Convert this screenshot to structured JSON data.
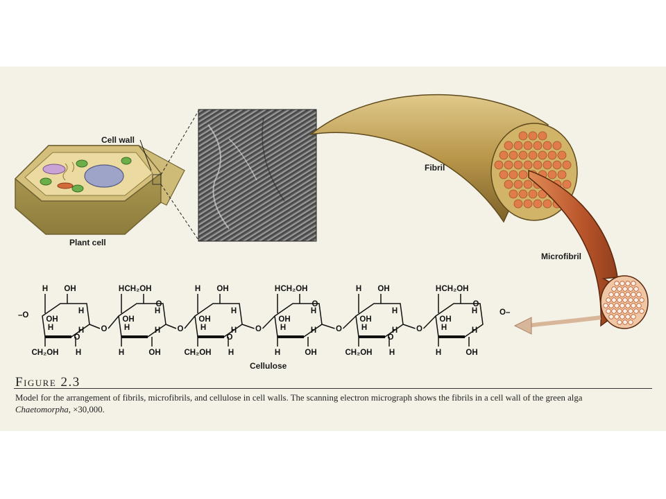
{
  "labels": {
    "cell_wall": "Cell wall",
    "plant_cell": "Plant cell",
    "fibril": "Fibril",
    "microfibril": "Microfibril",
    "cellulose": "Cellulose"
  },
  "chem": {
    "oh": "OH",
    "h": "H",
    "o": "O",
    "ch2oh": "CH₂OH",
    "chain_end_left": "–O",
    "chain_end_right": "O–"
  },
  "figure": {
    "title": "Figure 2.3",
    "caption_part1": "Model for the arrangement of fibrils, microfibrils, and cellulose in cell walls. The scanning electron micrograph shows the fibrils in a cell wall of the green alga ",
    "caption_species": "Chaetomorpha",
    "caption_part2": ", ×30,000."
  },
  "colors": {
    "scan_background": "#f4f1e6",
    "cell_tan": "#c9b46a",
    "fibril_tan": "#b8964a",
    "microfibril_orange": "#c0582c",
    "dot_orange": "#e07b4a"
  }
}
